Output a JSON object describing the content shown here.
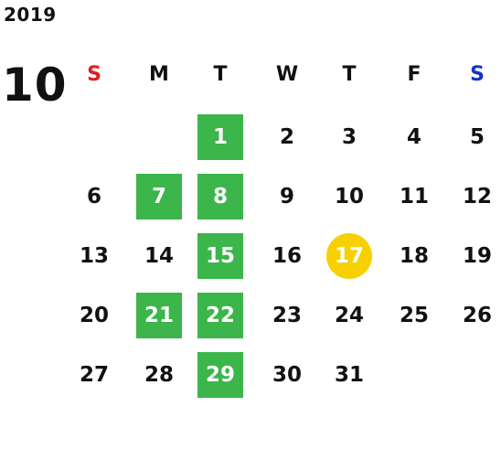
{
  "calendar": {
    "year": "2019",
    "month": "10",
    "weekdays": [
      "S",
      "M",
      "T",
      "W",
      "T",
      "F",
      "S"
    ],
    "weeks": [
      [
        "",
        "",
        "1",
        "2",
        "3",
        "4",
        "5"
      ],
      [
        "6",
        "7",
        "8",
        "9",
        "10",
        "11",
        "12"
      ],
      [
        "13",
        "14",
        "15",
        "16",
        "17",
        "18",
        "19"
      ],
      [
        "20",
        "21",
        "22",
        "23",
        "24",
        "25",
        "26"
      ],
      [
        "27",
        "28",
        "29",
        "30",
        "31",
        "",
        ""
      ]
    ],
    "highlighted_days": [
      "1",
      "7",
      "8",
      "15",
      "21",
      "22",
      "29"
    ],
    "today": "17",
    "colors": {
      "sunday": "#e02020",
      "saturday_header": "#1432c8",
      "saturday": "#1c3f94",
      "highlight": "#3cb54a",
      "today": "#f7d000"
    }
  }
}
